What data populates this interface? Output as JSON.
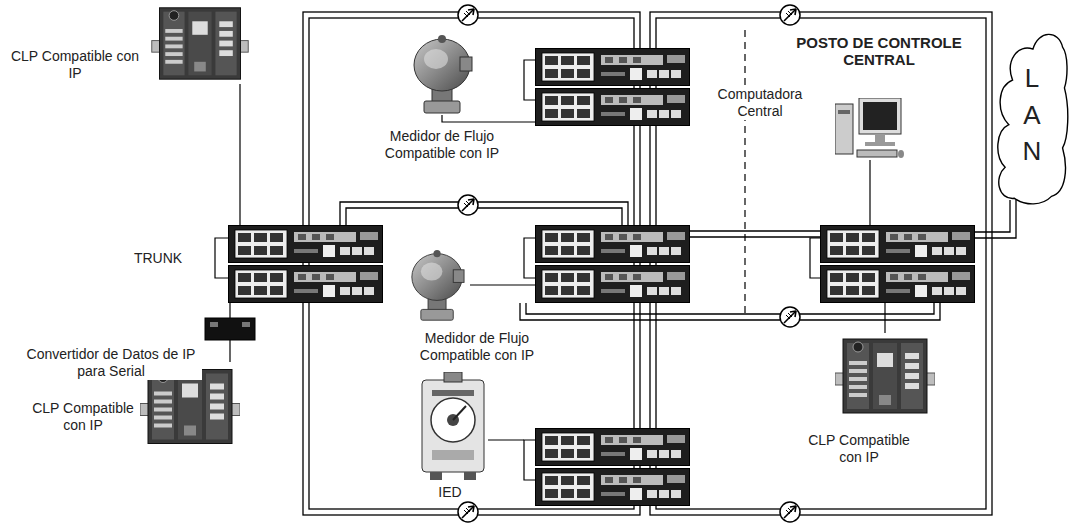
{
  "diagram": {
    "nodes": [
      {
        "text": [
          "L A N"
        ]
      }
    ],
    "labels": [
      "CLP Compatible con IP",
      "Medidor de Flujo Compatible con IP",
      "POSTO DE CONTROLE CENTRAL",
      "Computadora Central",
      "TRUNK",
      "Convertidor de Datos de IP para Serial",
      "CLP Compatible con IP",
      "Medidor de Flujo Compatible con IP",
      "IED",
      "CLP Compatible con IP"
    ]
  }
}
